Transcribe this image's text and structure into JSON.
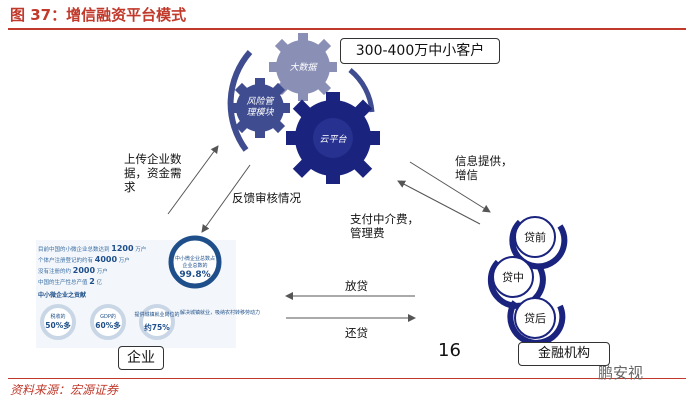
{
  "title": "图 37：增信融资平台模式",
  "source": "资料来源：宏源证券",
  "watermark": "鹏安视",
  "page_number": "16",
  "boxes": {
    "customers": "300-400万中小客户",
    "enterprise": "企业",
    "financial": "金融机构"
  },
  "gears": {
    "big_data": "大数据",
    "risk_control": "风险管理模块",
    "cloud_platform": "云平台"
  },
  "flow_labels": {
    "upload": "上传企业数据，资金需求",
    "feedback": "反馈审核情况",
    "info_credit": "信息提供，增信",
    "payment_fee": "支付中介费，管理费",
    "loan": "放贷",
    "repay": "还贷"
  },
  "stages": [
    "贷前",
    "贷中",
    "贷后"
  ],
  "enterprise_panel": {
    "lines": [
      {
        "text": "目前中国的小微企业总数达到",
        "value": "1200",
        "unit": "万户"
      },
      {
        "text": "个体户注册登记的约有",
        "value": "4000",
        "unit": "万户"
      },
      {
        "text": "没有注册的约",
        "value": "2000",
        "unit": "万户"
      },
      {
        "text": "中国的生产性总产值",
        "value": "2",
        "unit": "亿"
      }
    ],
    "circle_note": "中小微企业总数占企业总数的",
    "circle_value": "99.8%",
    "sub_title": "中小微企业之贡献",
    "small_circles": [
      {
        "label": "税收的",
        "value": "50%多"
      },
      {
        "label": "GDP的",
        "value": "60%多"
      },
      {
        "label": "提供城镇就业岗位的",
        "value": "约75%"
      }
    ],
    "side_note": "解决城镇就业，吸纳农村转移劳动力"
  },
  "colors": {
    "navy": "#1a237e",
    "gear_mid": "#3f4c8f",
    "gear_light": "#8a8fb5",
    "panel_blue": "#1e4f8a",
    "accent_red": "#c0392b"
  }
}
